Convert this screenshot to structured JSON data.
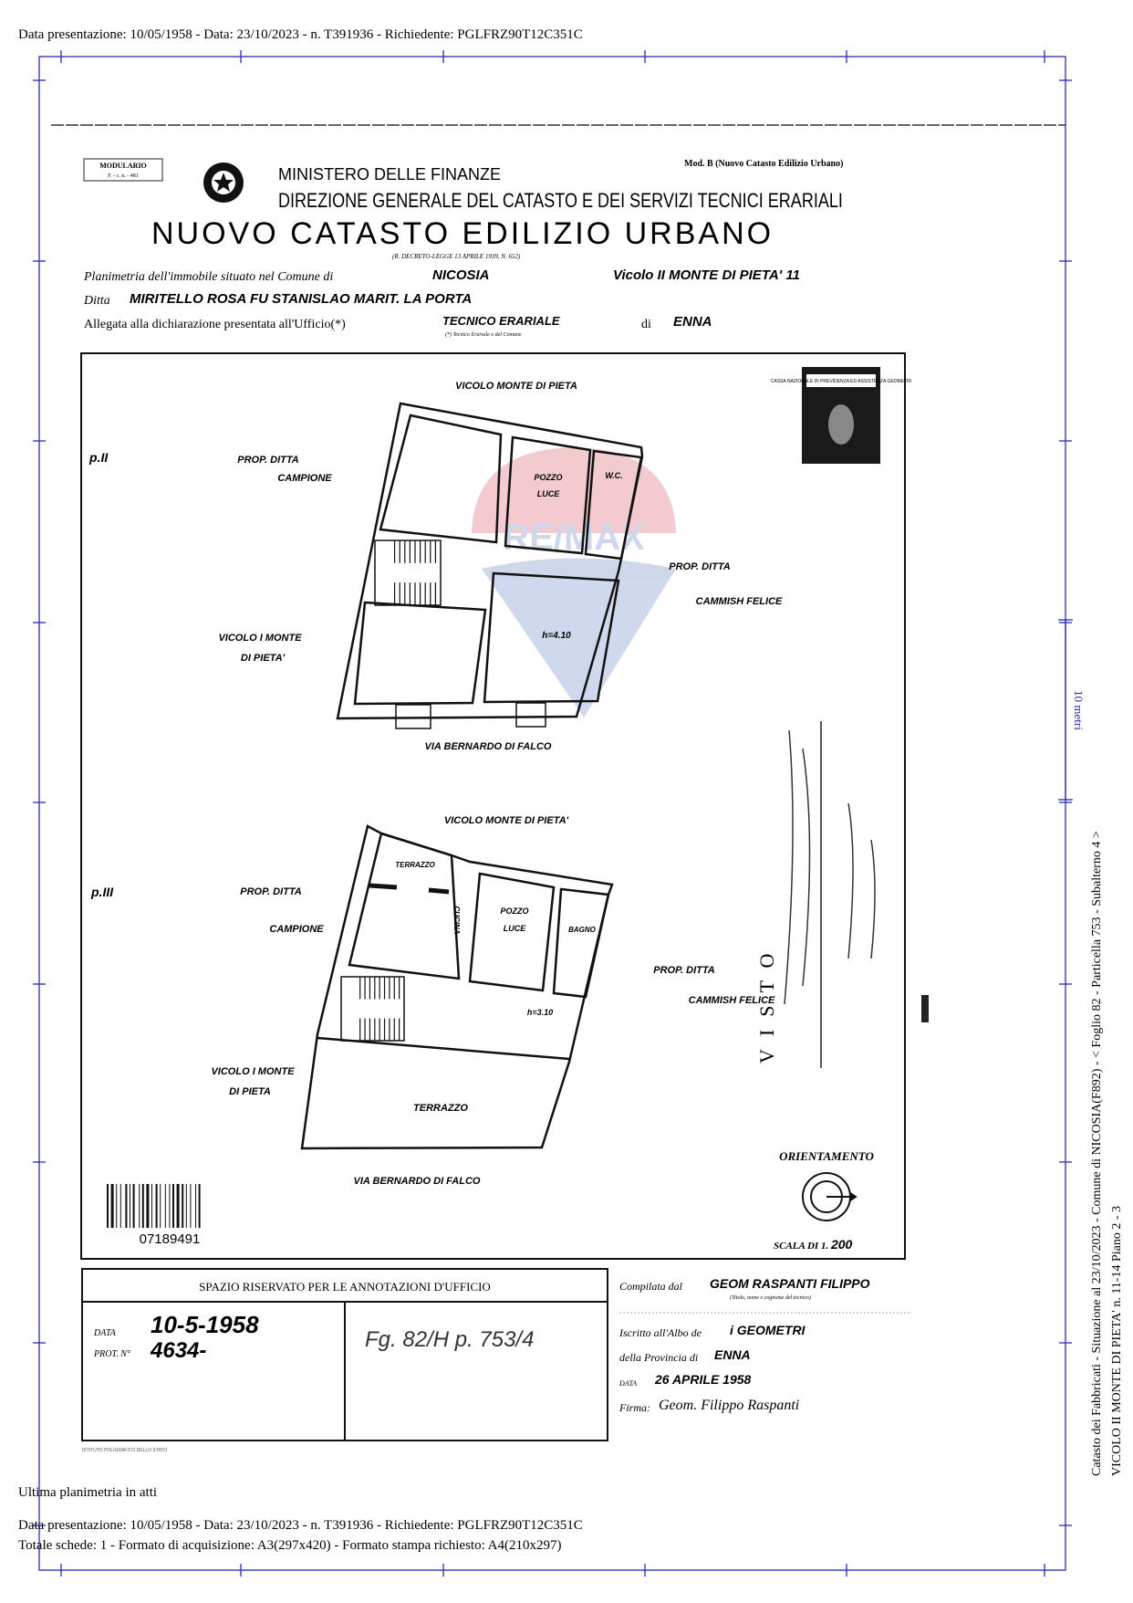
{
  "header_line": "Data presentazione: 10/05/1958 - Data: 23/10/2023 - n. T391936 - Richiedente: PGLFRZ90T12C351C",
  "form": {
    "modulario": "MODULARIO",
    "modulario_code": "F. - c. n. - 481",
    "mod_b": "Mod. B (Nuovo Catasto Edilizio Urbano)",
    "ministry": "MINISTERO DELLE FINANZE",
    "direction": "DIREZIONE GENERALE DEL CATASTO E DEI SERVIZI TECNICI ERARIALI",
    "title": "NUOVO CATASTO EDILIZIO URBANO",
    "decree": "(R. DECRETO-LEGGE 13 APRILE 1939, N. 652)",
    "planimetria_label": "Planimetria dell'immobile situato nel Comune di",
    "comune": "NICOSIA",
    "address": "Vicolo II MONTE DI PIETA' 11",
    "ditta_label": "Ditta",
    "ditta": "MIRITELLO ROSA FU STANISLAO MARIT. LA PORTA",
    "allegata_label": "Allegata alla dichiarazione presentata all'Ufficio(*)",
    "ufficio": "TECNICO ERARIALE",
    "ufficio_note": "(*) Tecnico Erariale o del Comune",
    "di_label": "di",
    "provincia": "ENNA"
  },
  "plan": {
    "upper": {
      "floor": "p.II",
      "north_street": "VICOLO MONTE DI PIETA",
      "west_owner": "PROP. DITTA",
      "west_owner_name": "CAMPIONE",
      "east_owner": "PROP. DITTA",
      "east_owner_name": "CAMMISH FELICE",
      "west_street_1": "VICOLO I MONTE",
      "west_street_2": "DI PIETA'",
      "south_street": "VIA BERNARDO DI FALCO",
      "rooms": {
        "pozzo": "POZZO",
        "luce": "LUCE",
        "wc": "W.C."
      },
      "height": "h=4.10"
    },
    "lower": {
      "floor": "p.III",
      "north_street": "VICOLO MONTE DI PIETA'",
      "west_owner": "PROP. DITTA",
      "west_owner_name": "CAMPIONE",
      "east_owner": "PROP. DITTA",
      "east_owner_name": "CAMMISH FELICE",
      "west_street_1": "VICOLO I MONTE",
      "west_street_2": "DI PIETA",
      "south_street": "VIA BERNARDO DI FALCO",
      "rooms": {
        "terrazzo_small": "TERRAZZO",
        "cucina": "CUCINA",
        "pozzo": "POZZO",
        "luce": "LUCE",
        "bagno": "BAGNO",
        "terrazzo": "TERRAZZO"
      },
      "height": "h=3.10"
    },
    "visto": "VISTO",
    "stamp_text": "CASSA NAZIONALE DI PREVIDENZA ED ASSISTENZA GEOMETRI",
    "watermark": "RE/MAX",
    "barcode_number": "07189491",
    "orientation_label": "ORIENTAMENTO",
    "scale_label": "SCALA DI 1.",
    "scale_value": "200"
  },
  "office": {
    "title": "SPAZIO RISERVATO PER LE ANNOTAZIONI D'UFFICIO",
    "data_label": "DATA",
    "data_value": "10-5-1958",
    "prot_label": "PROT. N°",
    "prot_value": "4634-",
    "reference": "Fg. 82/H p. 753/4",
    "printer": "ISTITUTO POLIGRAFICO DELLO STATO"
  },
  "compiler": {
    "compilata_label": "Compilata dal",
    "name": "GEOM RASPANTI FILIPPO",
    "name_note": "(Titolo, nome e cognome del tecnico)",
    "albo_label": "Iscritto all'Albo de",
    "albo": "i GEOMETRI",
    "provincia_label": "della Provincia di",
    "provincia": "ENNA",
    "data_label": "DATA",
    "data": "26 APRILE 1958",
    "firma_label": "Firma:",
    "firma": "Geom. Filippo Raspanti"
  },
  "side": {
    "scale_bar": "10 metri",
    "line1": "Catasto dei Fabbricati - Situazione al 23/10/2023 - Comune di NICOSIA(F892) - < Foglio 82 - Particella 753 - Subalterno 4 >",
    "line2": "VICOLO II MONTE DI PIETA' n. 11-14 Piano 2 - 3"
  },
  "footer": {
    "last_plan": "Ultima planimetria in atti",
    "line1": "Data presentazione: 10/05/1958 - Data: 23/10/2023 - n. T391936 - Richiedente: PGLFRZ90T12C351C",
    "line2": "Totale schede: 1 - Formato di acquisizione: A3(297x420)  - Formato stampa richiesto: A4(210x297)"
  },
  "colors": {
    "frame": "#2b2bb0",
    "ink": "#111111",
    "remax_red": "#e8a0a8",
    "remax_blue": "#a8b8dc"
  }
}
